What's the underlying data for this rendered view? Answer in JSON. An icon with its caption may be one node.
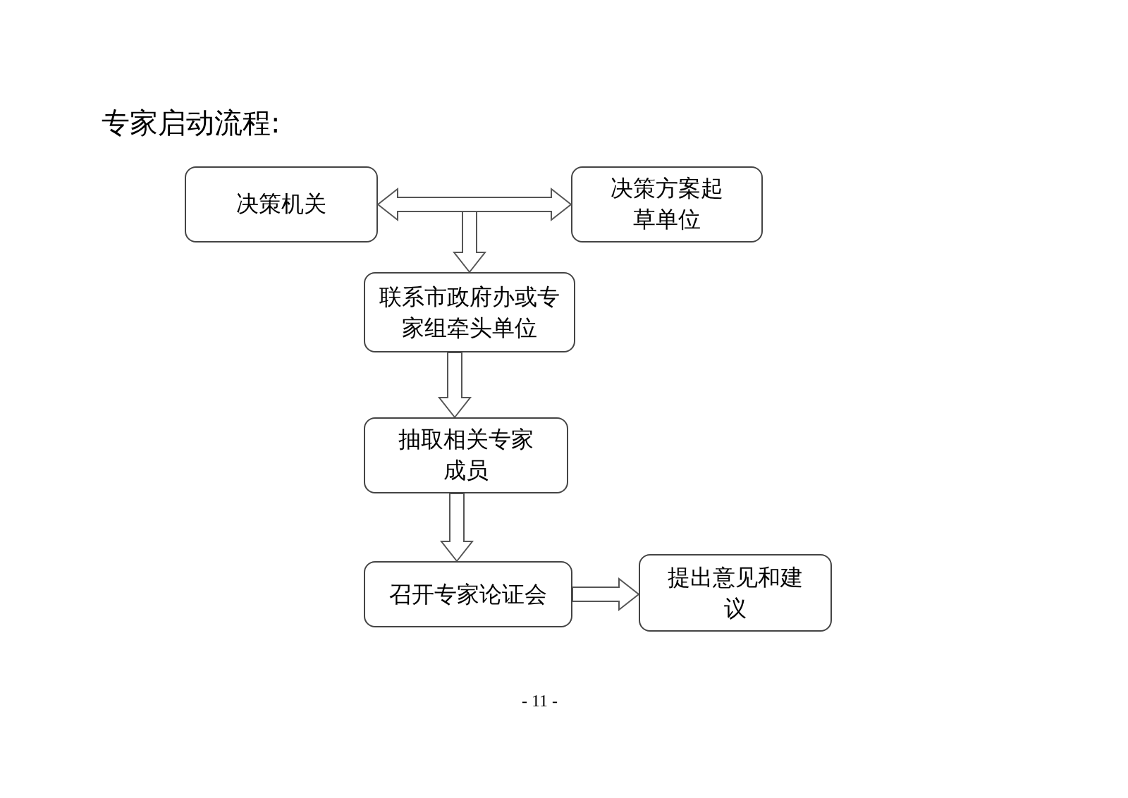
{
  "diagram": {
    "title": "专家启动流程:",
    "nodes": [
      {
        "text": [
          "决策机关"
        ]
      },
      {
        "text": [
          "决策方案起草单位"
        ]
      },
      {
        "text": [
          "联系市政府办或专家组牵头单位"
        ]
      },
      {
        "text": [
          "抽取相关专家成员"
        ]
      },
      {
        "text": [
          "召开专家论证会"
        ]
      },
      {
        "text": [
          "提出意见和建议"
        ]
      }
    ],
    "edges": [
      {
        "from": 0,
        "to": 1,
        "arrow": "both"
      },
      {
        "from": null,
        "to": 2,
        "arrow": "to"
      },
      {
        "from": 2,
        "to": 3,
        "arrow": "to"
      },
      {
        "from": 3,
        "to": 4,
        "arrow": "to"
      },
      {
        "from": 4,
        "to": 5,
        "arrow": "to"
      }
    ],
    "labels": [
      "- 11 -"
    ]
  }
}
